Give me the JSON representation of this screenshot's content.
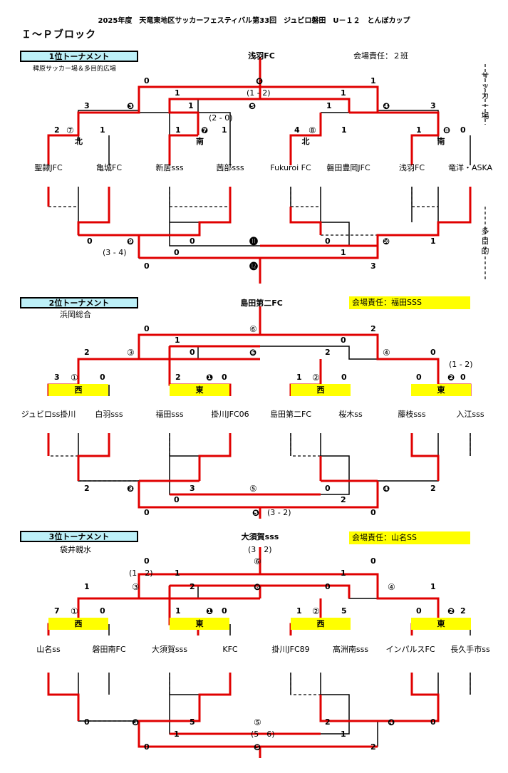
{
  "title": "2025年度　天竜東地区サッカーフェスティバル第33回　ジュビロ磐田　U－１２　とんぼカップ",
  "block": "Ｉ～Ｐブロック",
  "side_soccer": "サッカー場",
  "side_multi": "多目的",
  "t1": {
    "name": "1位トーナメント",
    "venue": "稗原サッカー場＆多目的広場",
    "winner": "浅羽FC",
    "charge": "会場責任：２班",
    "teams": [
      "聖隷JFC",
      "亀城FC",
      "新居sss",
      "茜部sss",
      "Fukuroi FC",
      "磐田豊岡JFC",
      "浅羽FC",
      "竜洋・ASKA"
    ],
    "groups": [
      "北",
      "南",
      "北",
      "南"
    ],
    "m7": "⑦",
    "m8": "⑧",
    "m5": "❺",
    "m6": "❻",
    "m7b": "❼",
    "m8b": "❽",
    "m3": "❸",
    "m4": "❹",
    "m9": "❾",
    "m10": "❿",
    "m11": "⓫",
    "m12": "⓬",
    "s_a": "2",
    "s_b": "1",
    "s_c": "1",
    "s_d": "1",
    "s_e": "4",
    "s_f": "1",
    "s_g": "1",
    "s_h": "0",
    "s_3": "3",
    "s_1l": "1",
    "s_1r": "1",
    "s_3r": "3",
    "s_top_l": "0",
    "s_top_r": "1",
    "s_q1": "1",
    "s_q2": "1",
    "pk1": "(1 - 2)",
    "pk2": "(2 - 0)",
    "pk3": "(3 - 4)",
    "b_0a": "0",
    "b_0b": "0",
    "b_0c": "0",
    "b_1a": "1",
    "b_0d": "0",
    "b_1b": "1",
    "b_0e": "0",
    "b_3": "3"
  },
  "t2": {
    "name": "2位トーナメント",
    "venue": "浜岡総合",
    "winner": "島田第二FC",
    "charge": "会場責任：福田SSS",
    "teams": [
      "ジュビロss掛川",
      "白羽sss",
      "福田sss",
      "掛川JFC06",
      "島田第二FC",
      "桜木ss",
      "藤枝sss",
      "入江sss"
    ],
    "groups": [
      "西",
      "東",
      "西",
      "東"
    ],
    "m1": "①",
    "m2": "②",
    "m1b": "❶",
    "m2b": "❷",
    "m3": "③",
    "m4": "④",
    "m6": "❻",
    "m6t": "⑥",
    "m3b": "❸",
    "m4b": "❹",
    "m5": "⑤",
    "m5b": "❺",
    "s_a": "3",
    "s_b": "0",
    "s_c": "2",
    "s_d": "0",
    "s_e": "1",
    "s_f": "0",
    "s_g": "0",
    "s_h": "0",
    "s_2": "2",
    "s_0": "0",
    "s_2r": "2",
    "s_0r": "0",
    "s_top_l": "0",
    "s_top_r": "2",
    "s_q1": "1",
    "s_q2": "0",
    "pk1": "(1 - 2)",
    "pk2": "(3 - 2)",
    "b_2": "2",
    "b_3": "3",
    "b_0a": "0",
    "b_2r": "2",
    "b_0b": "0",
    "b_2b": "2",
    "b_0c": "0",
    "b_0d": "0"
  },
  "t3": {
    "name": "3位トーナメント",
    "venue": "袋井親水",
    "winner": "大須賀sss",
    "charge": "会場責任：山名SS",
    "teams": [
      "山名ss",
      "磐田南FC",
      "大須賀sss",
      "KFC",
      "掛川JFC89",
      "高洲南sss",
      "インパルスFC",
      "長久手市ss"
    ],
    "groups": [
      "西",
      "東",
      "西",
      "東"
    ],
    "m1": "①",
    "m2": "②",
    "m1b": "❶",
    "m2b": "❷",
    "m3": "③",
    "m4": "④",
    "m6": "❻",
    "m6t": "⑥",
    "m3b": "❸",
    "m4b": "❹",
    "m5": "⑤",
    "m5b": "❺",
    "s_a": "7",
    "s_b": "0",
    "s_c": "1",
    "s_d": "0",
    "s_e": "1",
    "s_f": "5",
    "s_g": "0",
    "s_h": "2",
    "s_1": "1",
    "s_1b": "1",
    "s_0": "0",
    "s_1r": "1",
    "s_top_l": "0",
    "s_top_r": "0",
    "s_q1": "1",
    "s_q2": "2",
    "pk1": "(3　2)",
    "pk2": "(1　2)",
    "pk3": "(5　6)",
    "b_0": "0",
    "b_5": "5",
    "b_2": "2",
    "b_0r": "0",
    "b_1": "1",
    "b_1r": "1",
    "b_0f": "0",
    "b_2f": "2"
  }
}
